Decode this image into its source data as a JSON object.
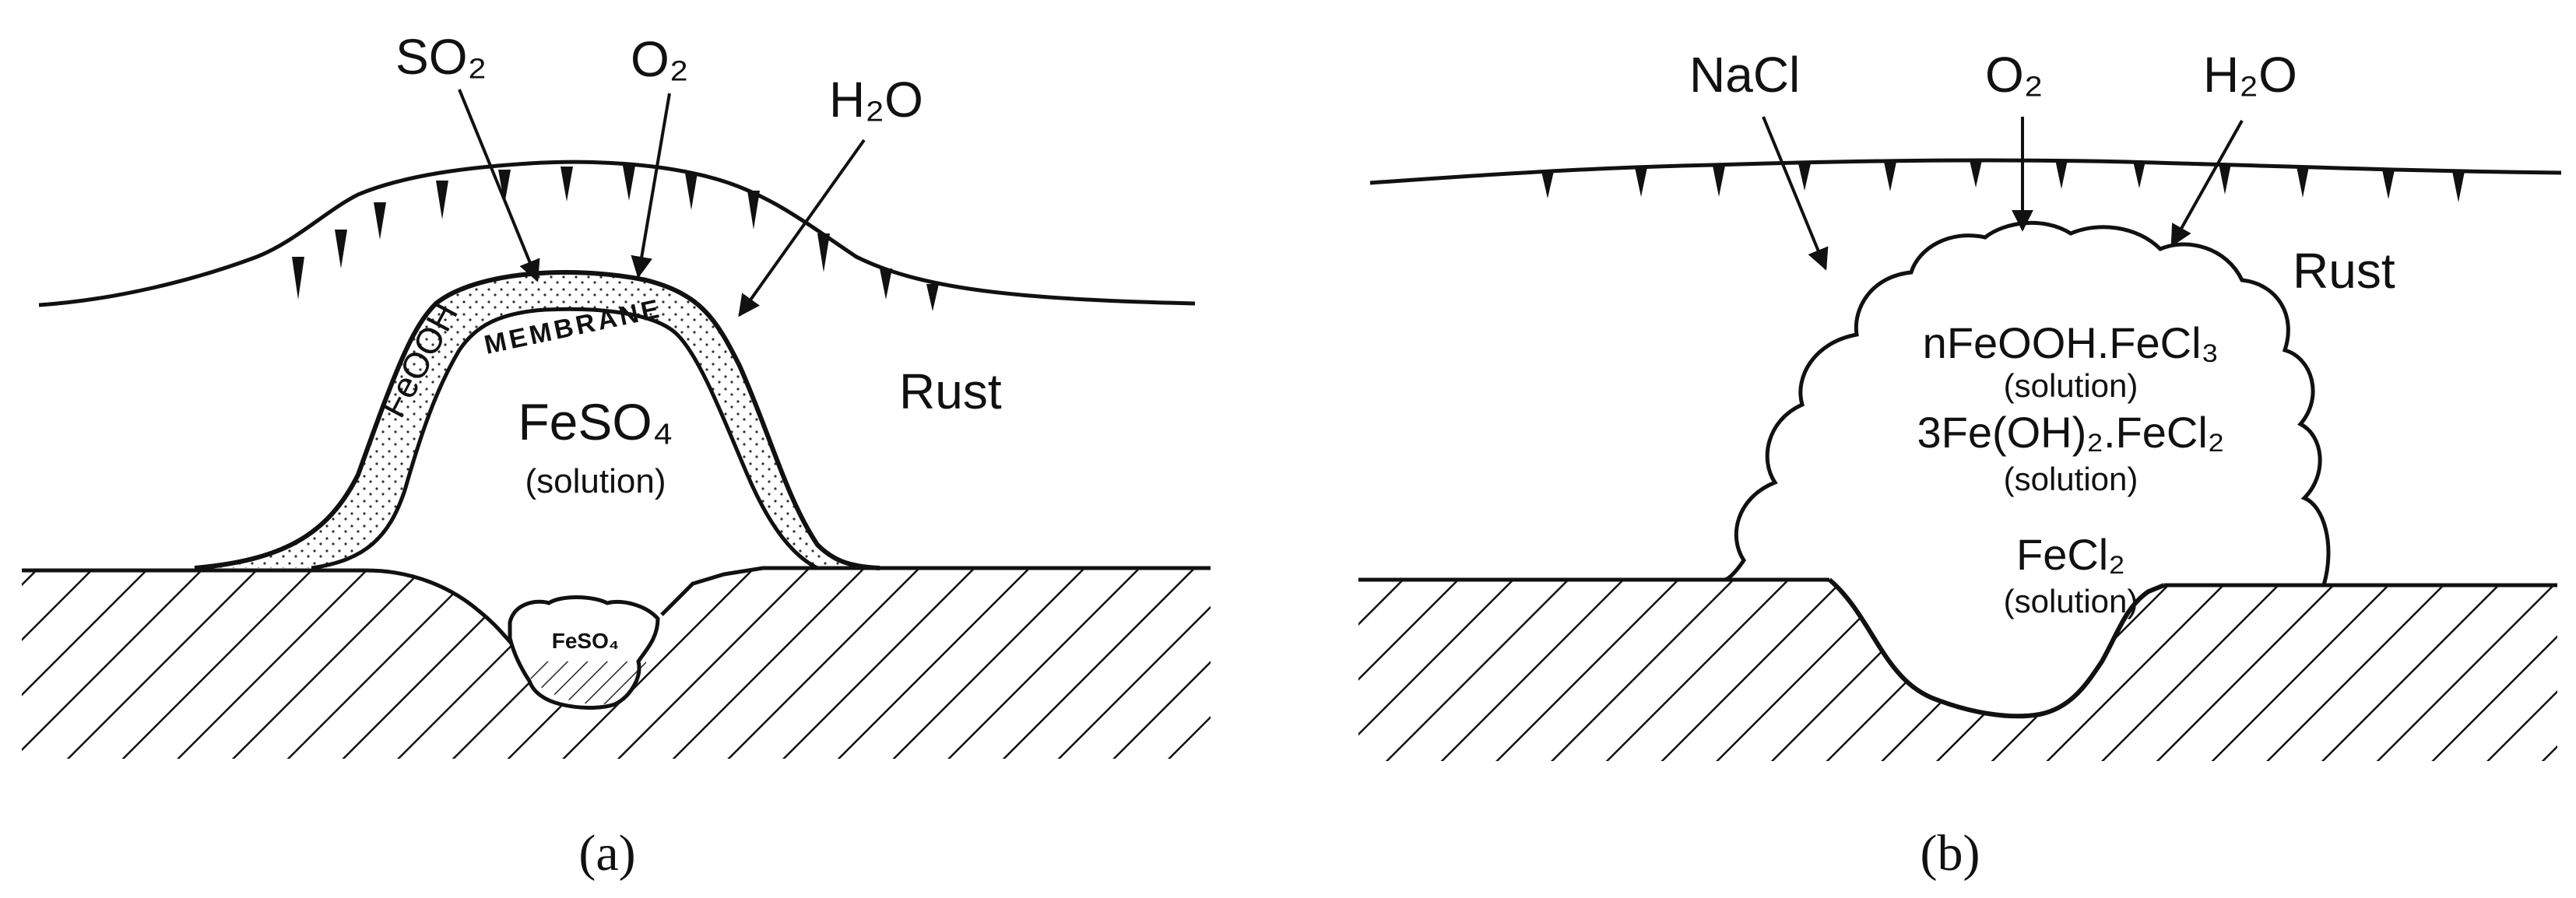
{
  "colors": {
    "ink": "#111111",
    "background": "#ffffff",
    "stipple": "#333333"
  },
  "panel_a": {
    "caption": "(a)",
    "arrows": {
      "so2": "SO₂",
      "o2": "O₂",
      "h2o": "H₂O"
    },
    "layer_label": "FeOOH",
    "membrane": "MEMBRANE",
    "center": {
      "formula": "FeSO₄",
      "note": "(solution)"
    },
    "pit_label": "FeSO₄",
    "rust": "Rust"
  },
  "panel_b": {
    "caption": "(b)",
    "arrows": {
      "nacl": "NaCl",
      "o2": "O₂",
      "h2o": "H₂O"
    },
    "rust": "Rust",
    "lines": [
      {
        "formula": "nFeOOH.FeCl₃",
        "note": "(solution)"
      },
      {
        "formula": "3Fe(OH)₂.FeCl₂",
        "note": "(solution)"
      },
      {
        "formula": "FeCl₂",
        "note": "(solution)"
      }
    ]
  }
}
